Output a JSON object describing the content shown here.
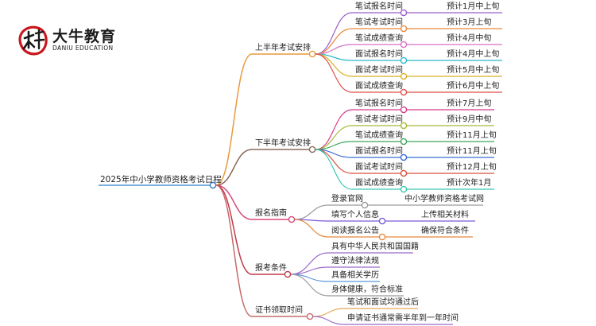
{
  "logo": {
    "brand": "大牛教育",
    "sub": "DANIU EDUCATION"
  },
  "root": {
    "label": "2025年中小学教师资格考试日程",
    "color": "#2f80c8"
  },
  "branches": [
    {
      "label": "上半年考试安排",
      "color": "#e89a3c",
      "children": [
        {
          "label": "笔试报名时间",
          "value": "预计1月中上旬",
          "color": "#9b5fc8"
        },
        {
          "label": "笔试考试时间",
          "value": "预计3月上旬",
          "color": "#e8873c"
        },
        {
          "label": "笔试成绩查询",
          "value": "预计4月中旬",
          "color": "#d770c8"
        },
        {
          "label": "面试报名时间",
          "value": "预计4月中上旬",
          "color": "#2cb8c8"
        },
        {
          "label": "面试考试时间",
          "value": "预计5月中上旬",
          "color": "#d8b02a"
        },
        {
          "label": "面试成绩查询",
          "value": "预计6月中上旬",
          "color": "#e0504a"
        }
      ]
    },
    {
      "label": "下半年考试安排",
      "color": "#8a6a5a",
      "children": [
        {
          "label": "笔试报名时间",
          "value": "预计7月上旬",
          "color": "#d83a8a"
        },
        {
          "label": "笔试考试时间",
          "value": "预计9月中旬",
          "color": "#a8b83a"
        },
        {
          "label": "笔试成绩查询",
          "value": "预计11月上旬",
          "color": "#3aa85a"
        },
        {
          "label": "面试报名时间",
          "value": "预计11月上旬",
          "color": "#3a6ad8"
        },
        {
          "label": "面试考试时间",
          "value": "预计12月上旬",
          "color": "#d8503a"
        },
        {
          "label": "面试成绩查询",
          "value": "预计次年1月",
          "color": "#3ac8b0"
        }
      ]
    },
    {
      "label": "报名指南",
      "color": "#d84a7a",
      "children": [
        {
          "label": "登录官网",
          "value": "中小学教师资格考试网",
          "color": "#9a9a9a"
        },
        {
          "label": "填写个人信息",
          "value": "上传相关材料",
          "color": "#7a5ad8"
        },
        {
          "label": "阅读报名公告",
          "value": "确保符合条件",
          "color": "#e8873c"
        }
      ]
    },
    {
      "label": "报考条件",
      "color": "#c03a4a",
      "children": [
        {
          "label": "具有中华人民共和国国籍",
          "color": "#9a6ac8"
        },
        {
          "label": "遵守法律法规",
          "color": "#9a6ac8"
        },
        {
          "label": "具备相关学历",
          "color": "#5a9ad8"
        },
        {
          "label": "身体健康，符合标准",
          "color": "#9a9a9a"
        }
      ]
    },
    {
      "label": "证书领取时间",
      "color": "#c86a6a",
      "children": [
        {
          "label": "笔试和面试均通过后",
          "color": "#e8a85a"
        },
        {
          "label": "申请证书通常需半年到一年时间",
          "color": "#9a6ac8"
        }
      ]
    }
  ]
}
